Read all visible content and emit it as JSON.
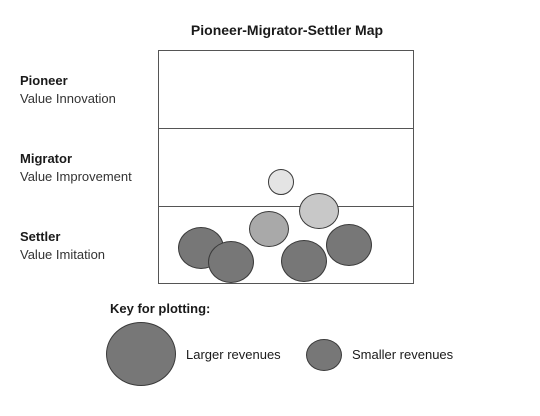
{
  "title": "Pioneer-Migrator-Settler Map",
  "bands": [
    {
      "name": "Pioneer",
      "description": "Value Innovation"
    },
    {
      "name": "Migrator",
      "description": "Value Improvement"
    },
    {
      "name": "Settler",
      "description": "Value Imitation"
    }
  ],
  "colors": {
    "dark_bubble": "#777777",
    "mid_bubble": "#a9a9a9",
    "light_bubble": "#c8c8c8",
    "lightest_bubble": "#e4e4e4",
    "border": "#555555"
  },
  "key": {
    "title": "Key for plotting:",
    "large_label": "Larger revenues",
    "small_label": "Smaller revenues"
  }
}
